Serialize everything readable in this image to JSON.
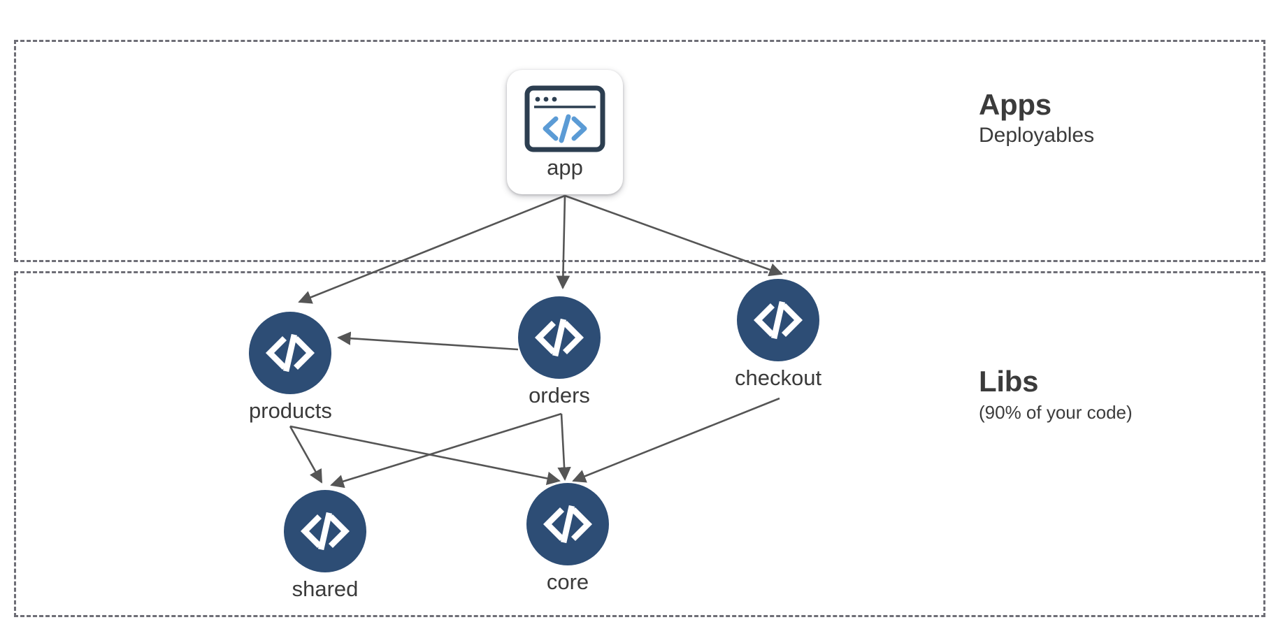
{
  "diagram": {
    "title": "Apps and Libs workspace dependency graph",
    "colors": {
      "lib_circle": "#2d4d75",
      "app_icon_border": "#2c3e50",
      "app_icon_code": "#5b9bd5",
      "region_border": "#6e6e76",
      "edge": "#555555",
      "label_text": "#3a3a3a"
    }
  },
  "regions": [
    {
      "id": "apps",
      "title": "Apps",
      "subtitle": "Deployables"
    },
    {
      "id": "libs",
      "title": "Libs",
      "subtitle": "(90% of your code)"
    }
  ],
  "nodes": [
    {
      "id": "app",
      "label": "app",
      "type": "app",
      "icon": "browser-code-icon"
    },
    {
      "id": "products",
      "label": "products",
      "type": "lib",
      "icon": "code-brackets-icon"
    },
    {
      "id": "orders",
      "label": "orders",
      "type": "lib",
      "icon": "code-brackets-icon"
    },
    {
      "id": "checkout",
      "label": "checkout",
      "type": "lib",
      "icon": "code-brackets-icon"
    },
    {
      "id": "shared",
      "label": "shared",
      "type": "lib",
      "icon": "code-brackets-icon"
    },
    {
      "id": "core",
      "label": "core",
      "type": "lib",
      "icon": "code-brackets-icon"
    }
  ],
  "edges": [
    {
      "from": "app",
      "to": "products"
    },
    {
      "from": "app",
      "to": "orders"
    },
    {
      "from": "app",
      "to": "checkout"
    },
    {
      "from": "orders",
      "to": "products"
    },
    {
      "from": "products",
      "to": "shared"
    },
    {
      "from": "products",
      "to": "core"
    },
    {
      "from": "orders",
      "to": "shared"
    },
    {
      "from": "orders",
      "to": "core"
    },
    {
      "from": "checkout",
      "to": "core"
    }
  ]
}
